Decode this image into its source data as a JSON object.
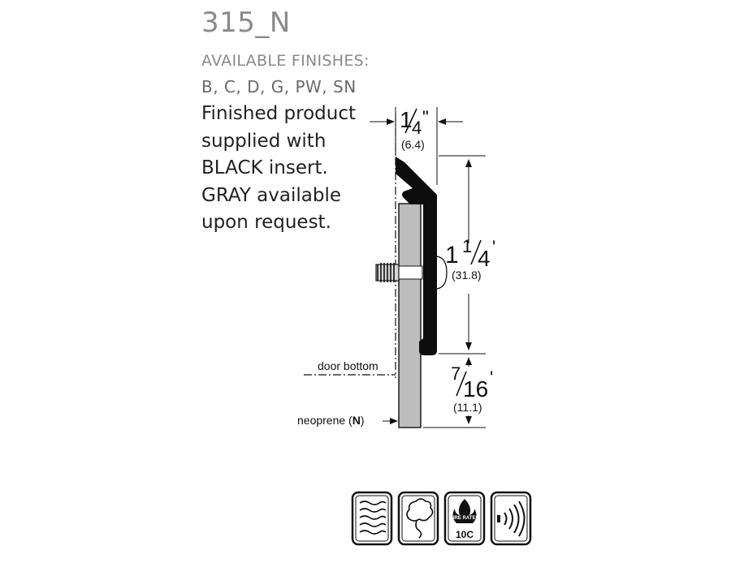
{
  "header": {
    "model": "315_N",
    "finishes_label": "AVAILABLE FINISHES:",
    "finishes_list": "B, C, D, G, PW, SN"
  },
  "notes": [
    "Finished product",
    "supplied with",
    "BLACK insert.",
    "GRAY available",
    "upon request."
  ],
  "dimensions": {
    "width": {
      "whole": "",
      "num": "1",
      "den": "4",
      "mark": "\"",
      "metric": "(6.4)"
    },
    "height": {
      "whole": "1",
      "num": "1",
      "den": "4",
      "mark": "'",
      "metric": "(31.8)"
    },
    "clearance": {
      "whole": "",
      "num": "7",
      "den": "16",
      "mark": "'",
      "metric": "(11.1)"
    }
  },
  "labels": {
    "door_bottom": "door bottom",
    "neoprene_prefix": "neoprene (",
    "neoprene_code": "N",
    "neoprene_suffix": ")"
  },
  "badges": {
    "fire_top": "FIRE RATED",
    "fire_rating": "10C"
  },
  "icons": [
    "airflow-icon",
    "smoke-icon",
    "fire-rated-icon",
    "sound-icon"
  ]
}
